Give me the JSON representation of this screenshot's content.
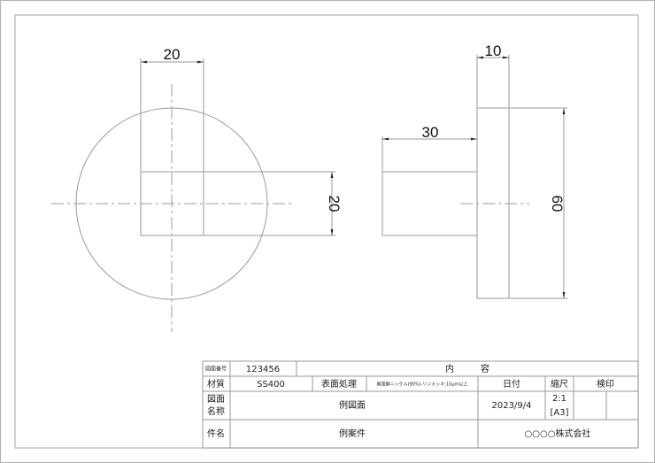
{
  "dimensions": {
    "front_width": "20",
    "front_height": "20",
    "side_flange_thickness": "10",
    "side_shaft_length": "30",
    "side_flange_diameter": "60"
  },
  "title_block": {
    "drawing_number_label": "図面番号",
    "drawing_number": "123456",
    "contents_label": "内　　　容",
    "material_label": "材質",
    "material": "SS400",
    "surface_treatment_label": "表面処理",
    "surface_treatment": "無電解ニッケル(90%)-リンメッキ:10μm以上",
    "date_label": "日付",
    "scale_label": "縮尺",
    "inspection_label": "検印",
    "drawing_name_label_1": "図面",
    "drawing_name_label_2": "名称",
    "drawing_name": "例図面",
    "date": "2023/9/4",
    "scale": "2:1",
    "paper_size": "[A3]",
    "project_label": "件名",
    "project_name": "例案件",
    "company": "○○○○株式会社"
  }
}
